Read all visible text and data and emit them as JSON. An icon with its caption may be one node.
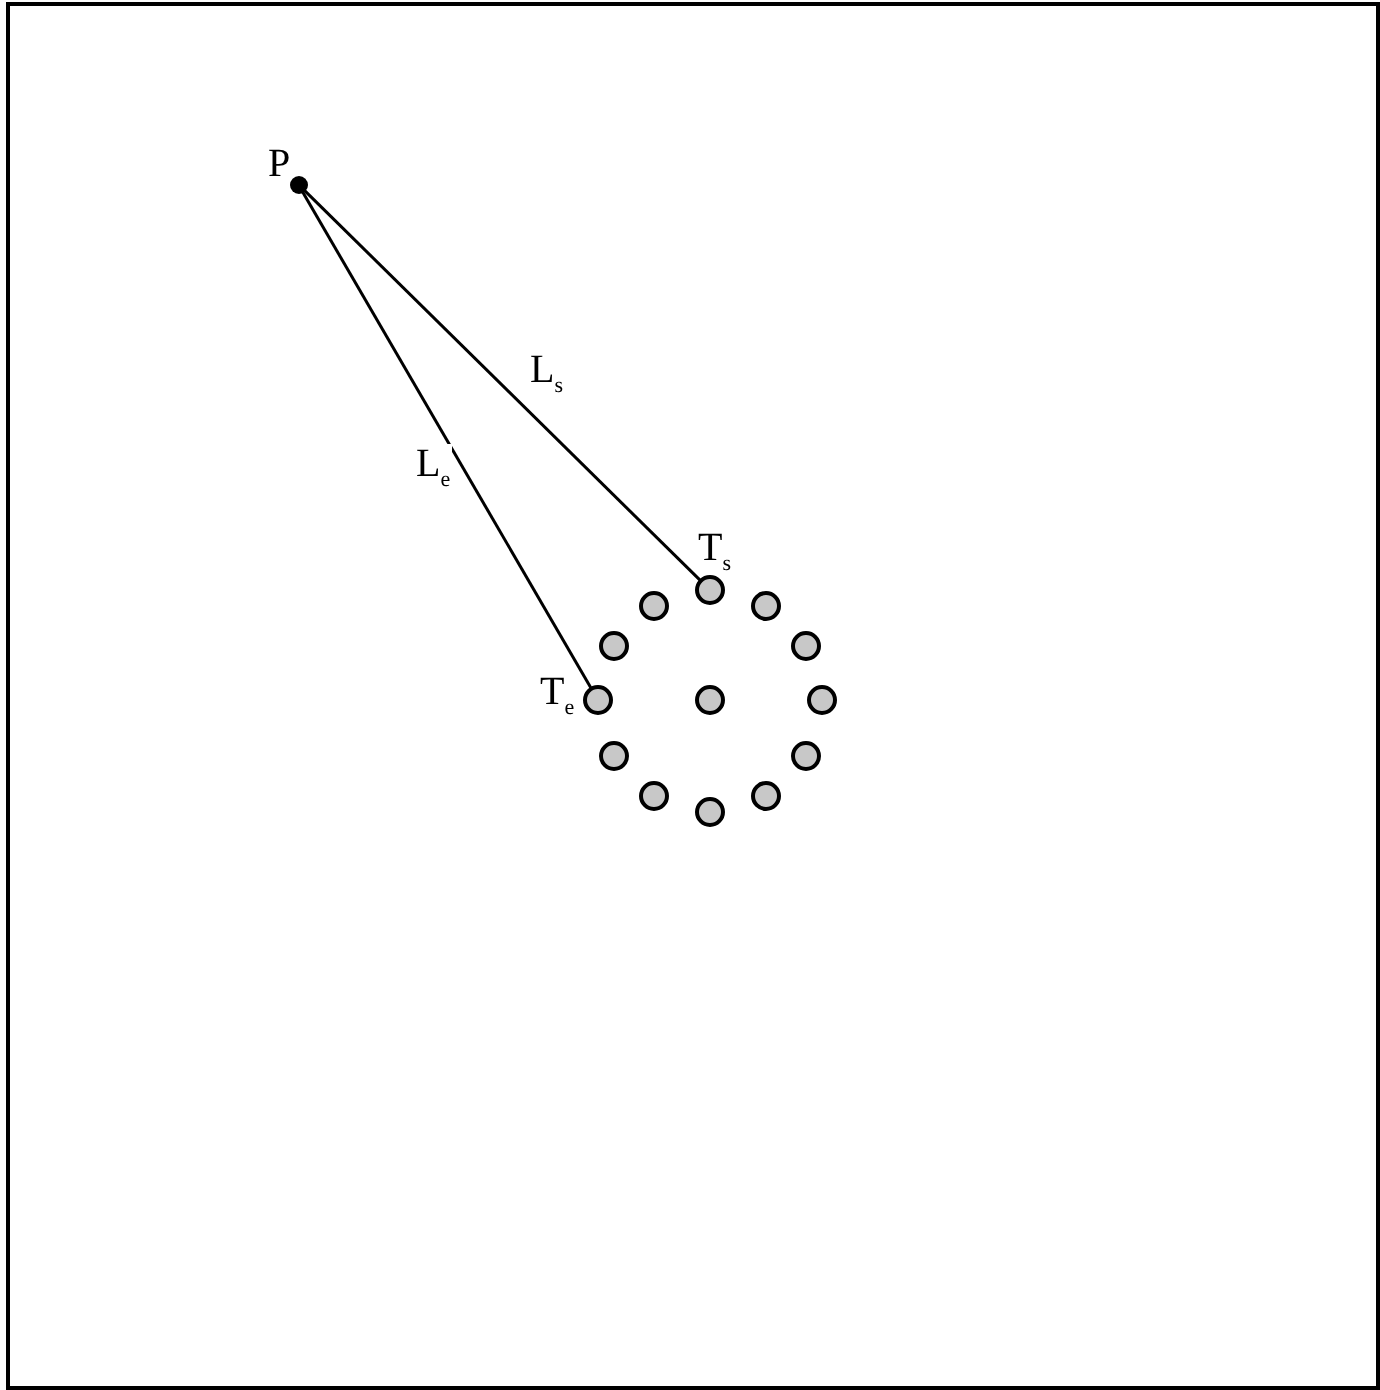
{
  "diagram": {
    "nodes": [
      {
        "text": [
          "P"
        ]
      },
      {
        "text": [
          "T$_{s}$"
        ]
      },
      {
        "text": [],
        "shape": "circle"
      },
      {
        "text": [],
        "shape": "circle"
      },
      {
        "text": [],
        "shape": "circle"
      },
      {
        "text": [],
        "shape": "circle"
      },
      {
        "text": [
          "T$_{e}$"
        ]
      },
      {
        "text": [],
        "shape": "circle"
      },
      {
        "text": [],
        "shape": "circle"
      },
      {
        "text": [],
        "shape": "circle"
      },
      {
        "text": [],
        "shape": "circle"
      },
      {
        "text": [],
        "shape": "circle"
      },
      {
        "text": [],
        "shape": "circle"
      },
      {
        "text": [],
        "shape": "circle"
      }
    ],
    "edges": [
      {
        "from": 0,
        "to": 1,
        "arrow": "none",
        "label": "L$_{s}$"
      },
      {
        "from": 0,
        "to": 6,
        "arrow": "none",
        "label": "L$_{e}$"
      }
    ]
  }
}
